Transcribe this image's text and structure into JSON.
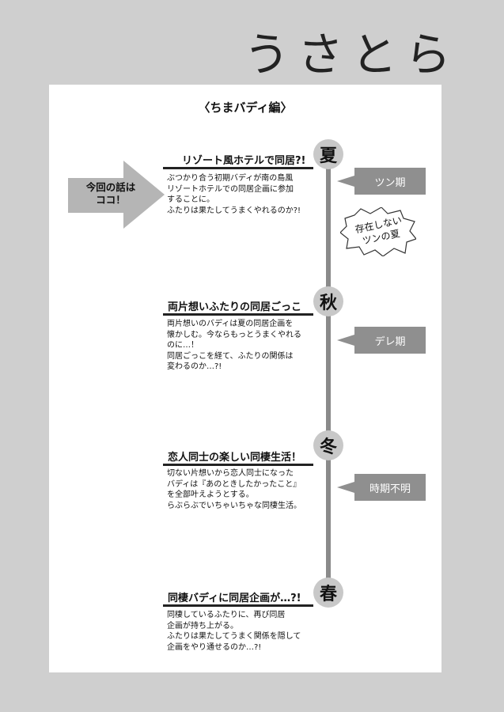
{
  "page_title": "うさとら",
  "subtitle": "〈ちまバディ編〉",
  "pointer_note": "今回の話は\nココ！",
  "bubble_note": "存在しない\nツンの夏",
  "seasons": [
    {
      "season": "夏",
      "title": "リゾート風ホテルで同居?!",
      "body": "ぶつかり合う初期バディが南の島風\nリゾートホテルでの同居企画に参加\nすることに。\nふたりは果たしてうまくやれるのか?!",
      "phase": "ツン期"
    },
    {
      "season": "秋",
      "title": "両片想いふたりの同居ごっこ",
      "body": "両片想いのバディは夏の同居企画を\n懐かしむ。今ならもっとうまくやれる\nのに…！\n同居ごっこを経て、ふたりの関係は\n変わるのか…?!",
      "phase": "デレ期"
    },
    {
      "season": "冬",
      "title": "恋人同士の楽しい同棲生活！",
      "body": "切ない片想いから恋人同士になった\nバディは『あのときしたかったこと』\nを全部叶えようとする。\nらぶらぶでいちゃいちゃな同棲生活。",
      "phase": "時期不明"
    },
    {
      "season": "春",
      "title": "同棲バディに同居企画が…?!",
      "body": "同棲しているふたりに、再び同居\n企画が持ち上がる。\nふたりは果たしてうまく関係を隠して\n企画をやり通せるのか…?!",
      "phase": ""
    }
  ]
}
